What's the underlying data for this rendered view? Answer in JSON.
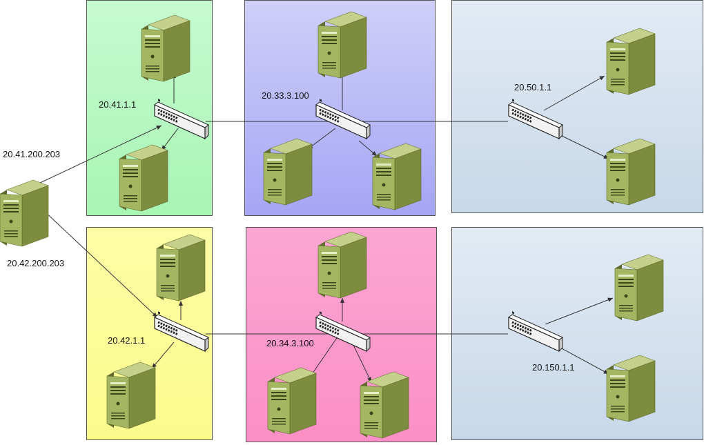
{
  "colors": {
    "green_zone": "#b3f7c0",
    "purple_zone": "#b3b3f7",
    "blue_zone": "#d3e0ee",
    "yellow_zone": "#fdfd9b",
    "pink_zone": "#fc9acb",
    "server_body": "#9aab5a",
    "link": "#333333"
  },
  "labels": {
    "client_top": "20.41.200.203",
    "client_bottom": "20.42.200.203",
    "switch_green": "20.41.1.1",
    "switch_purple": "20.33.3.100",
    "switch_blue_top": "20.50.1.1",
    "switch_yellow": "20.42.1.1",
    "switch_pink": "20.34.3.100",
    "switch_blue_bottom": "20.150.1.1"
  },
  "icons": {
    "server": "server-icon",
    "switch": "network-switch-icon"
  }
}
